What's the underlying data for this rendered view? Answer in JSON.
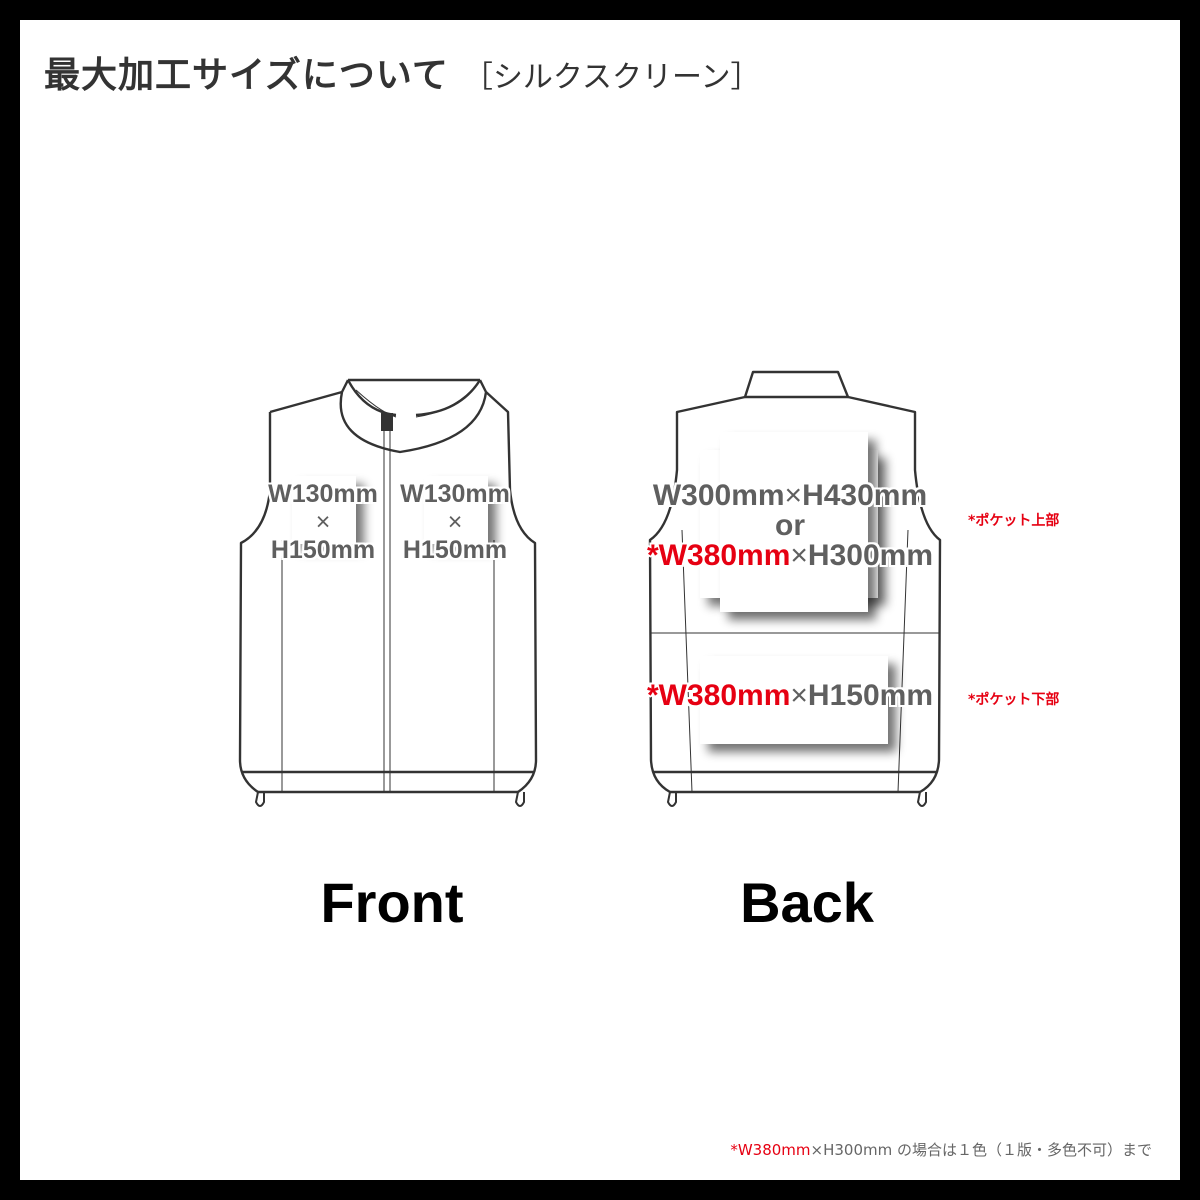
{
  "header": {
    "title": "最大加工サイズについて",
    "method": "［シルクスクリーン］"
  },
  "front": {
    "label": "Front",
    "print_areas": [
      {
        "name": "left-chest",
        "width": "W130mm",
        "times": "×",
        "height": "H150mm"
      },
      {
        "name": "right-chest",
        "width": "W130mm",
        "times": "×",
        "height": "H150mm"
      }
    ]
  },
  "back": {
    "label": "Back",
    "upper": {
      "option1_width": "W300mm",
      "option1_times": "×",
      "option1_height": "H430mm",
      "or": "or",
      "option2_width": "*W380mm",
      "option2_times": "×",
      "option2_height": "H300mm",
      "note": "*ポケット上部"
    },
    "lower": {
      "width": "*W380mm",
      "times": "×",
      "height": "H150mm",
      "note": "*ポケット下部"
    }
  },
  "footnote": {
    "highlight": "*W380mm",
    "text": "×H300mm の場合は１色（１版・多色不可）まで"
  },
  "colors": {
    "accent_red": "#e60012",
    "label_gray": "#5f5f5f",
    "title": "#333333",
    "line": "#333333",
    "frame": "#000000"
  }
}
